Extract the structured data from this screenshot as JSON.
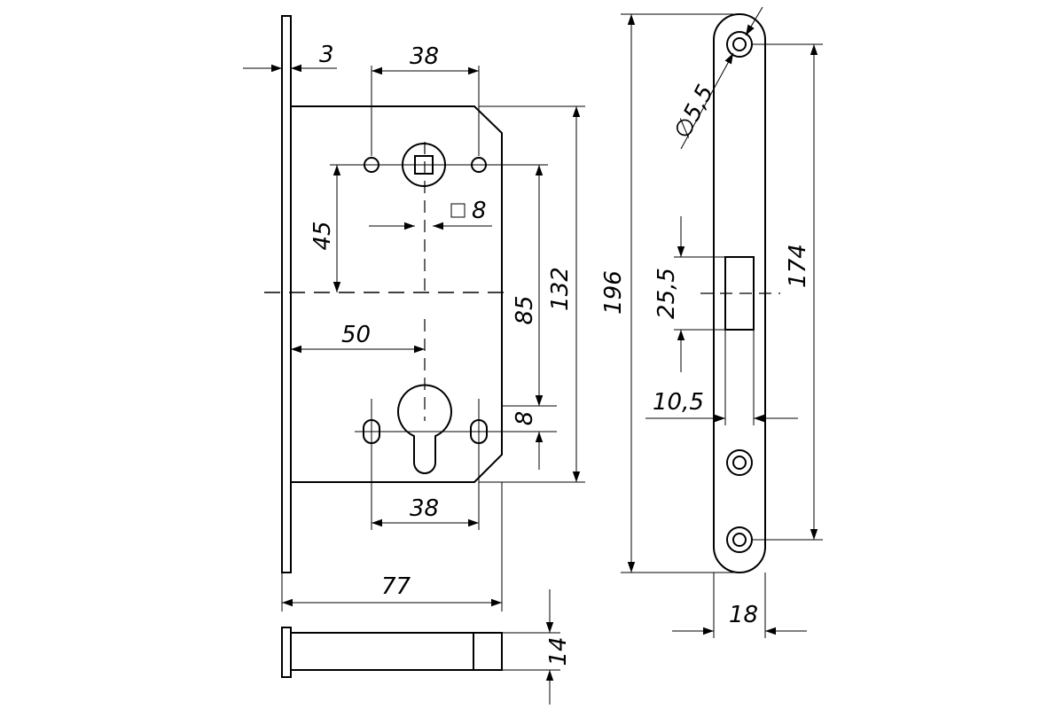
{
  "dimensions": {
    "faceplate_thickness": "3",
    "spindle_hole_spacing_top": "38",
    "spindle_square": "8",
    "backset_spindle_to_center": "45",
    "backset": "50",
    "center_distance": "85",
    "body_height": "132",
    "cylinder_hole_offset": "8",
    "cylinder_hole_spacing": "38",
    "body_depth": "77",
    "body_thickness": "14",
    "faceplate_length": "196",
    "faceplate_hole_diameter": "5,5",
    "latch_height": "25,5",
    "latch_width": "10,5",
    "faceplate_width": "18",
    "faceplate_hole_spacing": "174"
  },
  "symbols": {
    "square": "□",
    "diameter": "∅"
  }
}
